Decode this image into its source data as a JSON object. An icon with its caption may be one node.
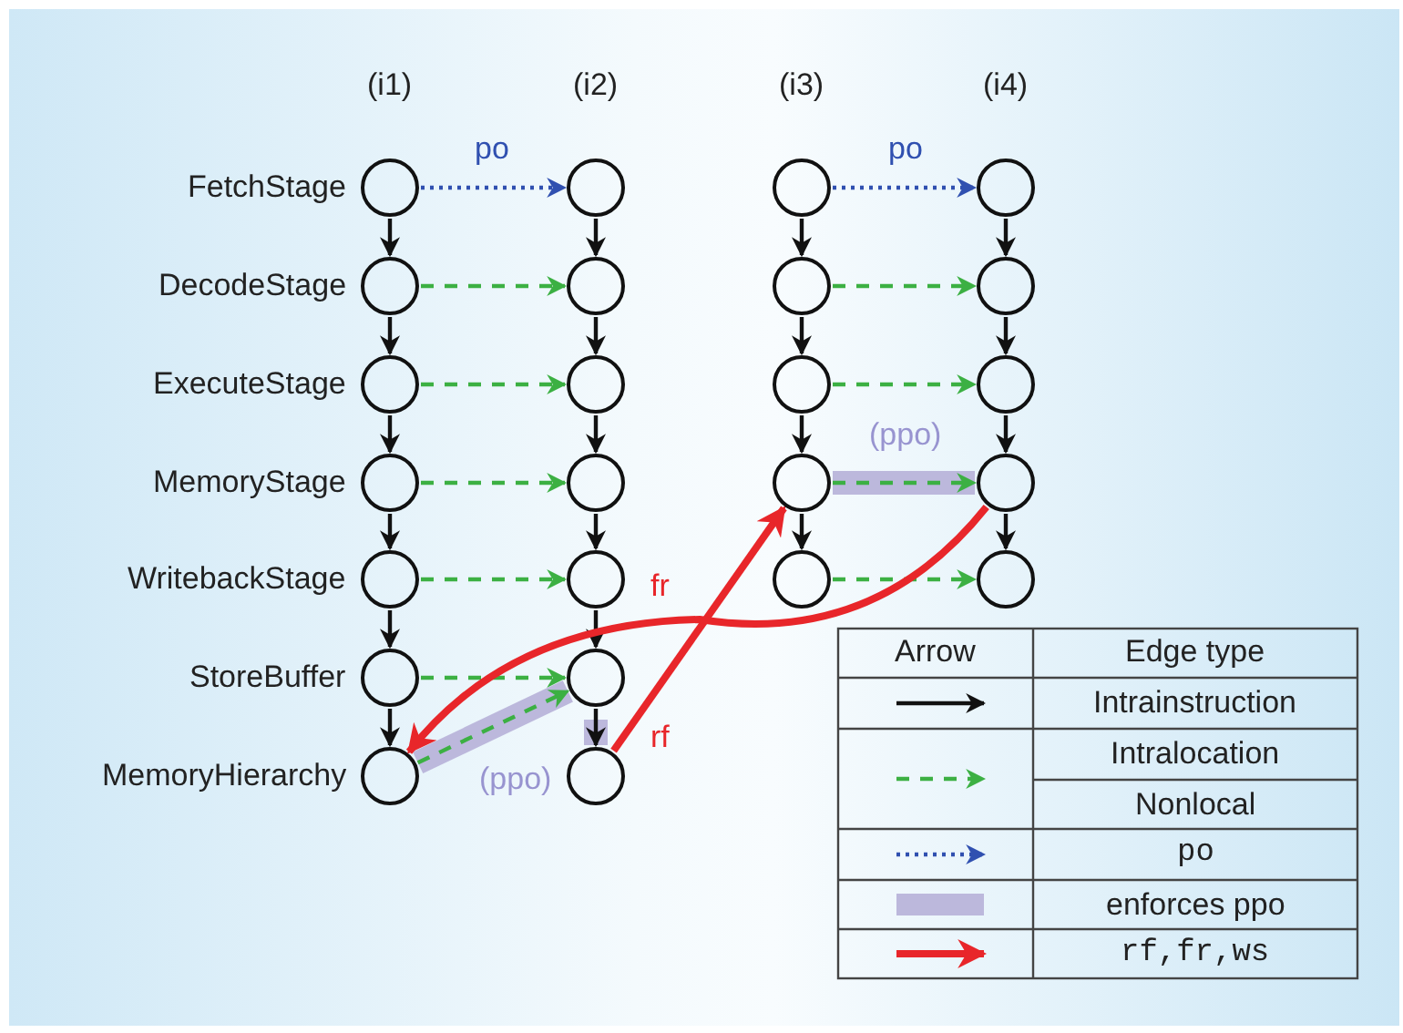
{
  "diagram": {
    "nodes": [
      {
        "text": [],
        "shape": "circle"
      },
      {
        "text": [],
        "shape": "circle"
      },
      {
        "text": [],
        "shape": "circle"
      },
      {
        "text": [],
        "shape": "circle"
      },
      {
        "text": [],
        "shape": "circle"
      },
      {
        "text": [],
        "shape": "circle"
      },
      {
        "text": [],
        "shape": "circle"
      },
      {
        "text": [],
        "shape": "circle"
      },
      {
        "text": [],
        "shape": "circle"
      },
      {
        "text": [],
        "shape": "circle"
      },
      {
        "text": [],
        "shape": "circle"
      },
      {
        "text": [],
        "shape": "circle"
      },
      {
        "text": [],
        "shape": "circle"
      },
      {
        "text": [],
        "shape": "circle"
      },
      {
        "text": [],
        "shape": "circle"
      },
      {
        "text": [],
        "shape": "circle"
      },
      {
        "text": [],
        "shape": "circle"
      },
      {
        "text": [],
        "shape": "circle"
      },
      {
        "text": [],
        "shape": "circle"
      },
      {
        "text": [],
        "shape": "circle"
      },
      {
        "text": [],
        "shape": "circle"
      },
      {
        "text": [],
        "shape": "circle"
      },
      {
        "text": [],
        "shape": "circle"
      },
      {
        "text": [],
        "shape": "circle"
      }
    ],
    "edges": [
      {
        "from": 0,
        "to": 4,
        "arrow": "to"
      },
      {
        "from": 4,
        "to": 8,
        "arrow": "to"
      },
      {
        "from": 8,
        "to": 12,
        "arrow": "to"
      },
      {
        "from": 12,
        "to": 16,
        "arrow": "to"
      },
      {
        "from": 16,
        "to": 20,
        "arrow": "to"
      },
      {
        "from": 20,
        "to": 22,
        "arrow": "to"
      },
      {
        "from": 1,
        "to": 5,
        "arrow": "to"
      },
      {
        "from": 5,
        "to": 9,
        "arrow": "to"
      },
      {
        "from": 9,
        "to": 13,
        "arrow": "to"
      },
      {
        "from": 13,
        "to": 17,
        "arrow": "to"
      },
      {
        "from": 17,
        "to": 21,
        "arrow": "to"
      },
      {
        "from": 21,
        "to": 23,
        "arrow": "to"
      },
      {
        "from": 2,
        "to": 6,
        "arrow": "to"
      },
      {
        "from": 6,
        "to": 10,
        "arrow": "to"
      },
      {
        "from": 10,
        "to": 14,
        "arrow": "to"
      },
      {
        "from": 14,
        "to": 18,
        "arrow": "to"
      },
      {
        "from": 3,
        "to": 7,
        "arrow": "to"
      },
      {
        "from": 7,
        "to": 11,
        "arrow": "to"
      },
      {
        "from": 11,
        "to": 15,
        "arrow": "to"
      },
      {
        "from": 15,
        "to": 19,
        "arrow": "to"
      },
      {
        "from": 0,
        "to": 1,
        "arrow": "to",
        "label": "po",
        "style": "dashed",
        "color": "#3050b0"
      },
      {
        "from": 2,
        "to": 3,
        "arrow": "to",
        "label": "po",
        "style": "dashed",
        "color": "#3050b0"
      },
      {
        "from": 4,
        "to": 5,
        "arrow": "to",
        "style": "dashed",
        "color": "#3cb043"
      },
      {
        "from": 6,
        "to": 7,
        "arrow": "to",
        "style": "dashed",
        "color": "#3cb043"
      },
      {
        "from": 8,
        "to": 9,
        "arrow": "to",
        "style": "dashed",
        "color": "#3cb043"
      },
      {
        "from": 10,
        "to": 11,
        "arrow": "to",
        "style": "dashed",
        "color": "#3cb043"
      },
      {
        "from": 12,
        "to": 13,
        "arrow": "to",
        "style": "dashed",
        "color": "#3cb043"
      },
      {
        "from": 14,
        "to": 15,
        "arrow": "to",
        "label": "(ppo)",
        "style": "dashed",
        "color": "#3cb043"
      },
      {
        "from": 16,
        "to": 17,
        "arrow": "to",
        "style": "dashed",
        "color": "#3cb043"
      },
      {
        "from": 18,
        "to": 19,
        "arrow": "to",
        "style": "dashed",
        "color": "#3cb043"
      },
      {
        "from": 20,
        "to": 21,
        "arrow": "to",
        "style": "dashed",
        "color": "#3cb043"
      },
      {
        "from": 22,
        "to": 21,
        "arrow": "to",
        "label": "(ppo)",
        "style": "dashed",
        "color": "#3cb043"
      },
      {
        "from": 23,
        "to": 14,
        "arrow": "to",
        "label": "rf",
        "style": "thick",
        "color": "#e8262a"
      },
      {
        "from": 15,
        "to": 22,
        "arrow": "to",
        "label": "fr",
        "style": "thick",
        "color": "#e8262a"
      }
    ],
    "labels": [
      "(i1)",
      "(i2)",
      "(i3)",
      "(i4)",
      "FetchStage",
      "DecodeStage",
      "ExecuteStage",
      "MemoryStage",
      "WritebackStage",
      "StoreBuffer",
      "MemoryHierarchy",
      "Arrow",
      "Edge type"
    ],
    "legend": [
      {
        "text": "Intrainstruction"
      },
      {
        "text": "Intralocation"
      },
      {
        "text": "Nonlocal"
      },
      {
        "text": "po"
      },
      {
        "text": "enforces ppo",
        "color": "#bcb8dc"
      },
      {
        "text": "rf,fr,ws"
      }
    ]
  }
}
